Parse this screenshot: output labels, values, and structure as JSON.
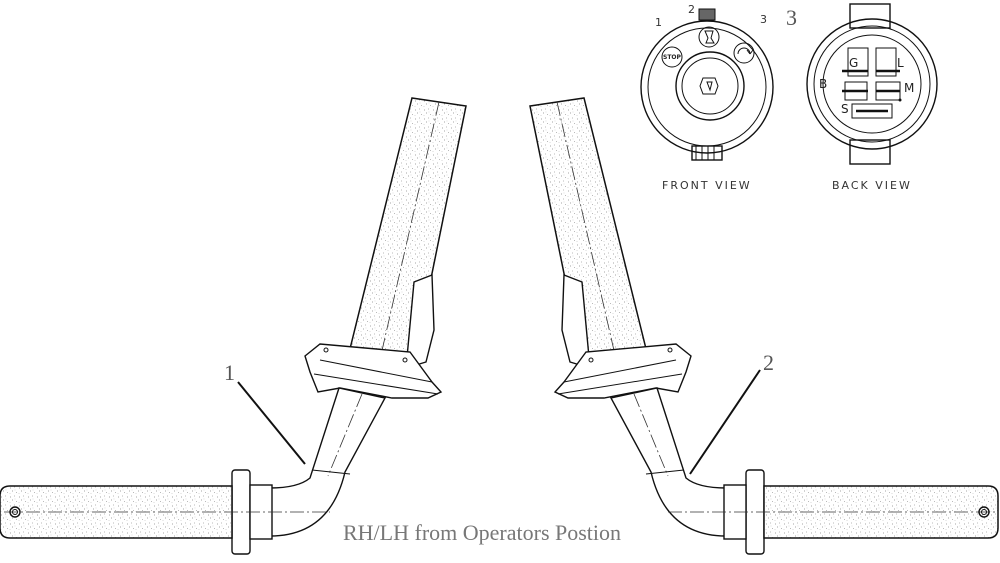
{
  "callouts": {
    "rh_handle": "1",
    "lh_handle": "2",
    "ignition_switch": "3"
  },
  "caption": "RH/LH from Operators Postion",
  "switch": {
    "front_view_label": "FRONT VIEW",
    "back_view_label": "BACK VIEW",
    "positions": [
      "1",
      "2",
      "3"
    ],
    "stop_label": "STOP",
    "terminals": [
      "G",
      "L",
      "B",
      "M",
      "S"
    ]
  }
}
